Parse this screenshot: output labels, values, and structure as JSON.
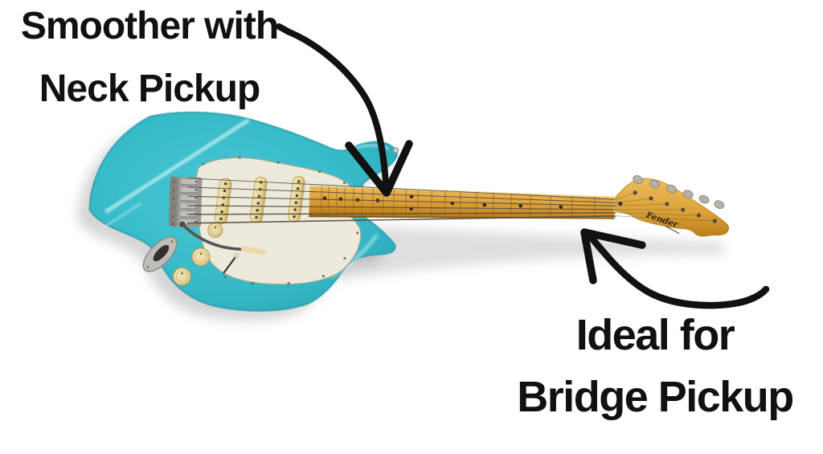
{
  "annotations": {
    "neck_label": {
      "line1": "Smoother with",
      "line2": "Neck Pickup"
    },
    "bridge_label": {
      "line1": "Ideal for",
      "line2": "Bridge Pickup"
    }
  },
  "guitar": {
    "headstock_logo": "Fender"
  },
  "colors": {
    "background": "#ffffff",
    "annotation-text": "#111111",
    "annotation-arrow": "#111111",
    "body-teal": "#35b9c6",
    "body-teal-dark": "#2398a8",
    "body-highlight": "#bfeef3",
    "pickguard": "#edeadb",
    "pickguard-edge": "#a9a593",
    "pickup-cream": "#e9d89e",
    "pickup-pole": "#4f3d24",
    "neck-maple": "#d3922a",
    "neck-maple-light": "#edbe63",
    "neck-maple-dark": "#7d540e",
    "fret": "#a5781e",
    "inlay": "#30261a",
    "chrome": "#9b9995",
    "chrome-light": "#bfbdb7",
    "string": "#504c45",
    "shadow": "#8a8a8a"
  }
}
